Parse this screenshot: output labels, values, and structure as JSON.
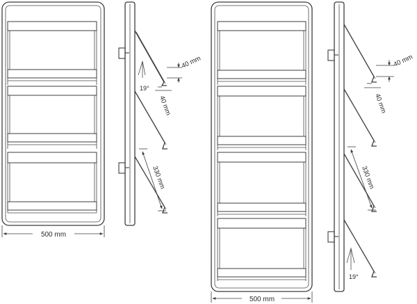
{
  "labels": {
    "width_left": "500 mm",
    "width_right": "500 mm",
    "lip_height_left": "40 mm",
    "lip_depth_left": "40 mm",
    "angle_left": "19°",
    "pitch_left": "330 mm",
    "lip_height_right": "40 mm",
    "lip_depth_right": "40 mm",
    "pitch_right": "330 mm",
    "angle_right": "19°"
  }
}
